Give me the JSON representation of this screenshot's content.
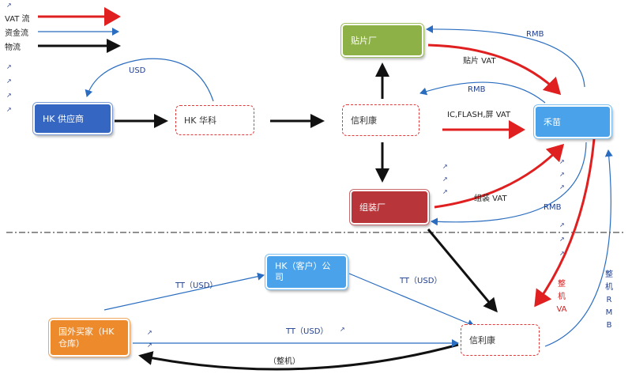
{
  "legend": {
    "vat": "VAT 流",
    "fund": "资金流",
    "logistics": "物流"
  },
  "nodes": {
    "hk_supplier": "HK 供应商",
    "hk_huake": "HK 华科",
    "xinlikang_top": "信利康",
    "tiepian": "贴片厂",
    "hemiao": "禾苗",
    "zuzhuang": "组装厂",
    "hk_customer_line1": "HK（客户）公",
    "hk_customer_line2": "司",
    "foreign_buyer_line1": "国外买家（HK",
    "foreign_buyer_line2": "仓库）",
    "xinlikang_bottom": "信利康"
  },
  "labels": {
    "usd": "USD",
    "rmb_top": "RMB",
    "tiepian_vat": "贴片 VAT",
    "rmb_mid": "RMB",
    "ic_flash": "IC,FLASH,屏 VAT",
    "zuzhuang_vat": "组装 VAT",
    "rmb_low": "RMB",
    "tt_usd_left": "TT（USD）",
    "tt_usd_right": "TT（USD）",
    "tt_usd_bottom": "TT（USD）",
    "zhengji": "（整机）",
    "zhengji_va": [
      "整",
      "机",
      "VA"
    ],
    "zhengji_rmb": [
      "整",
      "机",
      "R",
      "M",
      "B"
    ]
  },
  "colors": {
    "vat_red": "#e02020",
    "fund_blue": "#2a6dc0",
    "logistics_black": "#111111",
    "supplier_blue": "#3566c2",
    "tiepian_green": "#8db146",
    "hemiao_blue": "#4aa3ea",
    "zuzhuang_red": "#b8353a",
    "customer_blue": "#4aa3ea",
    "buyer_orange": "#ec8a2c"
  }
}
